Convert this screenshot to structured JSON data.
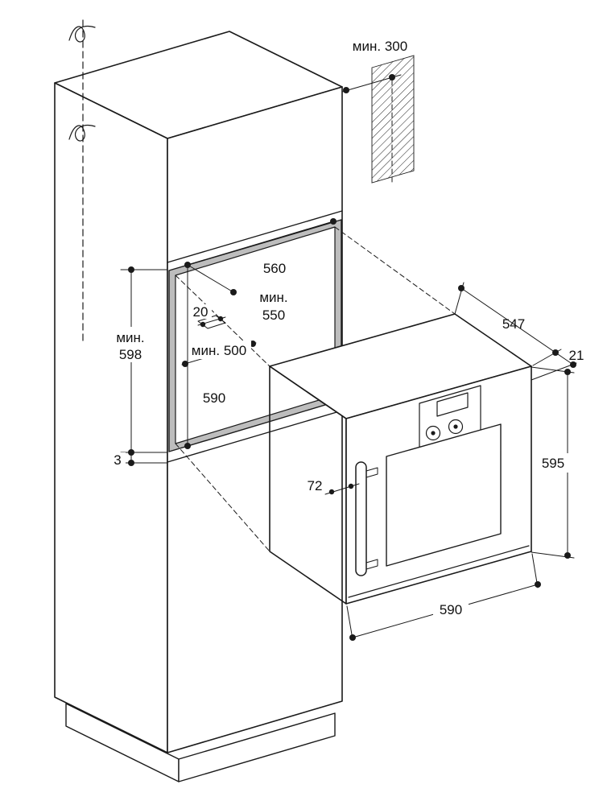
{
  "diagram": {
    "kind": "built-in oven installation drawing",
    "colors": {
      "line": "#1a1a1a",
      "niche_shade": "#bdbdbd",
      "oven_side_shade": "#ececea",
      "background": "#ffffff"
    },
    "dimensions": {
      "wall_clearance": "мин. 300",
      "niche_width": "560",
      "niche_depth_top": "мин.",
      "niche_depth_bottom": "550",
      "recess_step": "20",
      "recess_width": "мин. 500",
      "front_height_top": "мин.",
      "front_height_bottom": "598",
      "niche_height": "590",
      "bottom_gap": "3",
      "oven_depth": "547",
      "door_protrusion": "21",
      "oven_height": "595",
      "handle_clearance": "72",
      "oven_width": "590"
    }
  }
}
